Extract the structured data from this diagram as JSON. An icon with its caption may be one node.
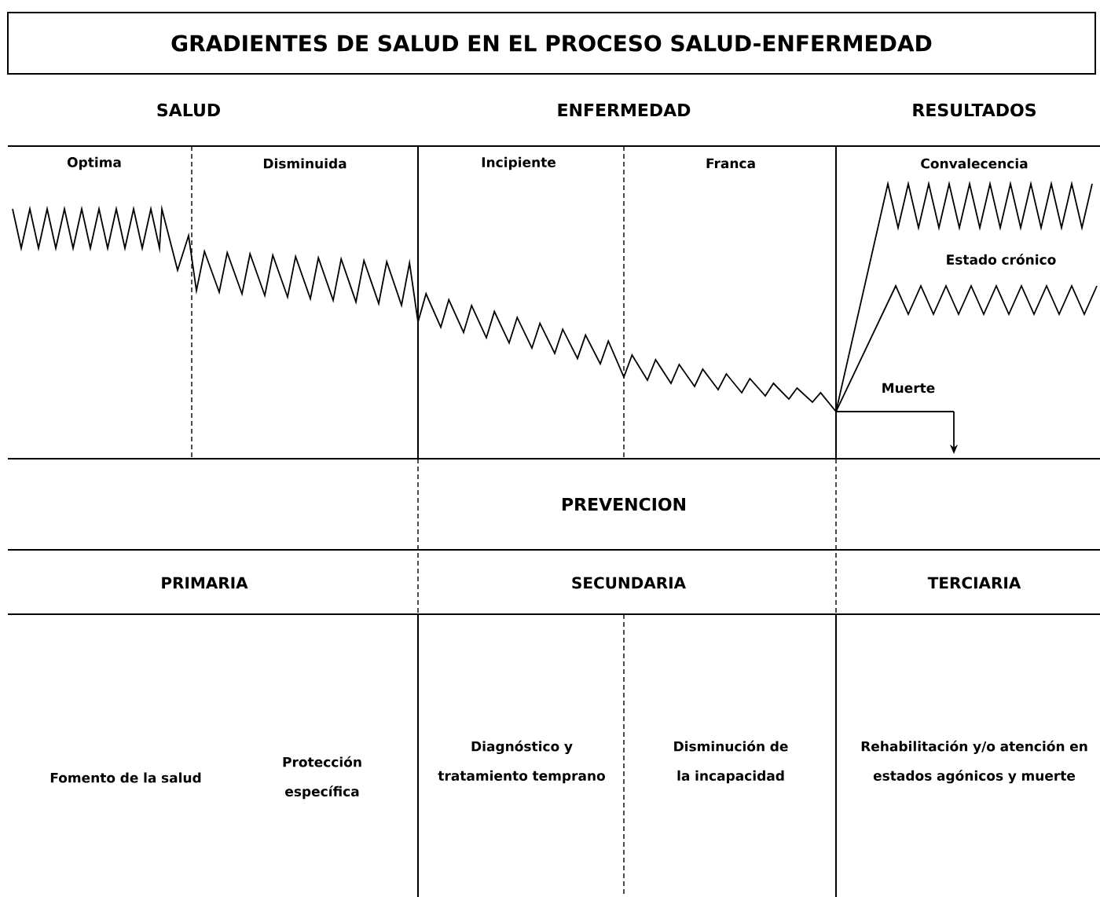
{
  "diagram": {
    "title": "GRADIENTES DE SALUD EN EL PROCESO SALUD-ENFERMEDAD",
    "labels": [
      "SALUD",
      "ENFERMEDAD",
      "RESULTADOS",
      "Optima",
      "Disminuida",
      "Incipiente",
      "Franca",
      "Convalecencia",
      "Estado crónico",
      "Muerte",
      "PREVENCION",
      "PRIMARIA",
      "SECUNDARIA",
      "TERCIARIA",
      "Fomento de la salud",
      "Protección específica",
      "Diagnóstico y tratamiento temprano",
      "Disminución de la incapacidad",
      "Rehabilitación y/o atención en estados agónicos y muerte"
    ]
  }
}
